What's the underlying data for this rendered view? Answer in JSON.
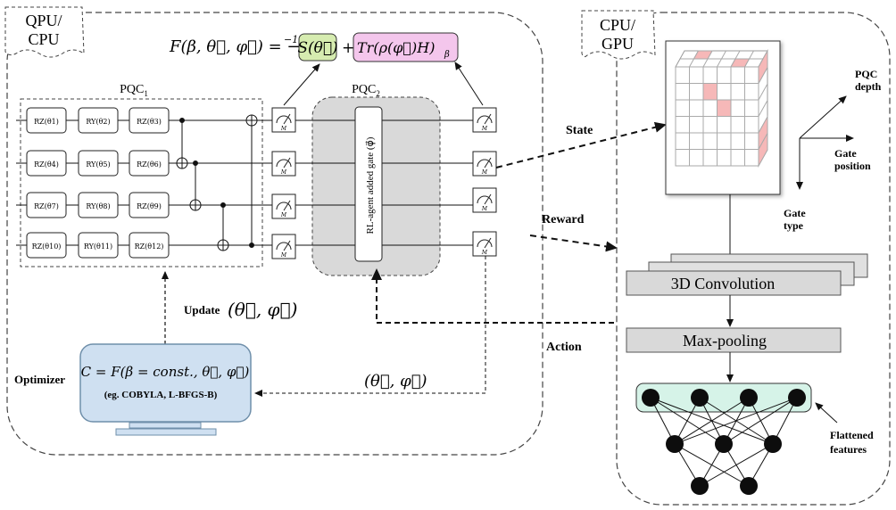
{
  "colors": {
    "optimizer_fill": "#cfe0f1",
    "optimizer_stroke": "#6f8faa",
    "pqc2_fill": "#d9d9d9",
    "entropy_fill": "#d6ecb0",
    "trace_fill": "#f4c6ec",
    "cnn_node": "#0d0d0d",
    "flat_layer_fill": "#d6f3e8",
    "conv_fill": "#d9d9d9",
    "pink_cell": "#f6b8b8"
  },
  "left_panel": {
    "tag": "QPU/\nCPU",
    "formula": {
      "lhs": "F(β, θ⃗, φ⃗) = −β",
      "sup": "−1",
      "entropy_term": "S(θ⃗)",
      "plus": "+",
      "trace_term": "Tr(ρ(φ⃗)H)",
      "trace_sub": "β"
    },
    "pqc1_label": "PQC",
    "pqc1_sub": "1",
    "pqc2_label": "PQC",
    "pqc2_sub": "2",
    "gates": [
      [
        "RZ(θ1)",
        "RY(θ2)",
        "RZ(θ3)"
      ],
      [
        "RZ(θ4)",
        "RY(θ5)",
        "RZ(θ6)"
      ],
      [
        "RZ(θ7)",
        "RY(θ8)",
        "RZ(θ9)"
      ],
      [
        "RZ(θ10)",
        "RY(θ11)",
        "RZ(θ12)"
      ]
    ],
    "rl_gate_text": "RL-agent added gate  (φ⃗)",
    "meter_label": "M",
    "update_label": "Update",
    "update_params": "(θ⃗,  φ⃗)",
    "feedback_params": "(θ⃗,  φ⃗)",
    "optimizer_label": "Optimizer",
    "optimizer_formula": "C = F(β = const., θ⃗, φ⃗)",
    "optimizer_examples": "(eg. COBYLA, L-BFGS-B)"
  },
  "middle": {
    "state": "State",
    "reward": "Reward",
    "action": "Action"
  },
  "right_panel": {
    "tag": "CPU/\nGPU",
    "axis_depth": "PQC\ndepth",
    "axis_position": "Gate\nposition",
    "axis_type": "Gate\ntype",
    "conv_label": "3D Convolution",
    "pool_label": "Max-pooling",
    "flattened_label": "Flattened\nfeatures"
  }
}
